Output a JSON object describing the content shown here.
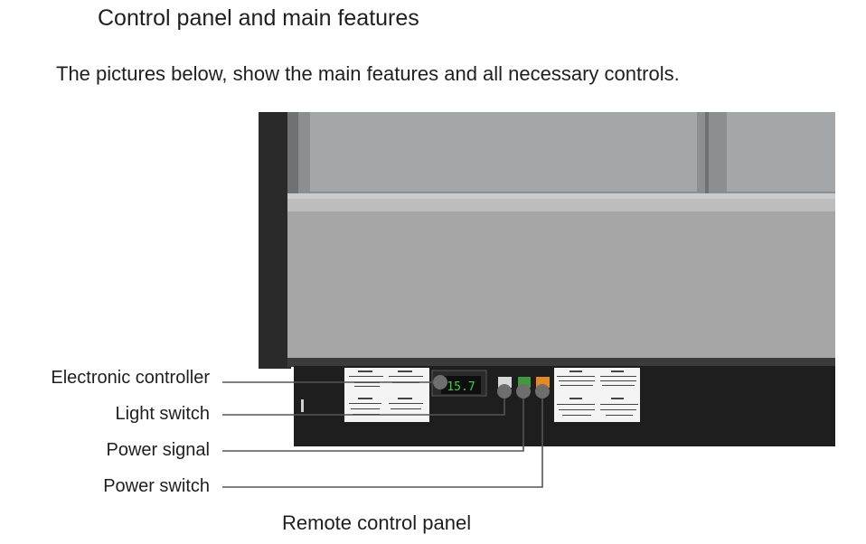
{
  "heading": "Control panel and main features",
  "intro": "The pictures below, show the main features and all necessary controls.",
  "caption": "Remote control panel",
  "callouts": [
    {
      "label": "Electronic controller"
    },
    {
      "label": "Light switch"
    },
    {
      "label": "Power signal"
    },
    {
      "label": "Power switch"
    }
  ],
  "controller_display": "15.7"
}
